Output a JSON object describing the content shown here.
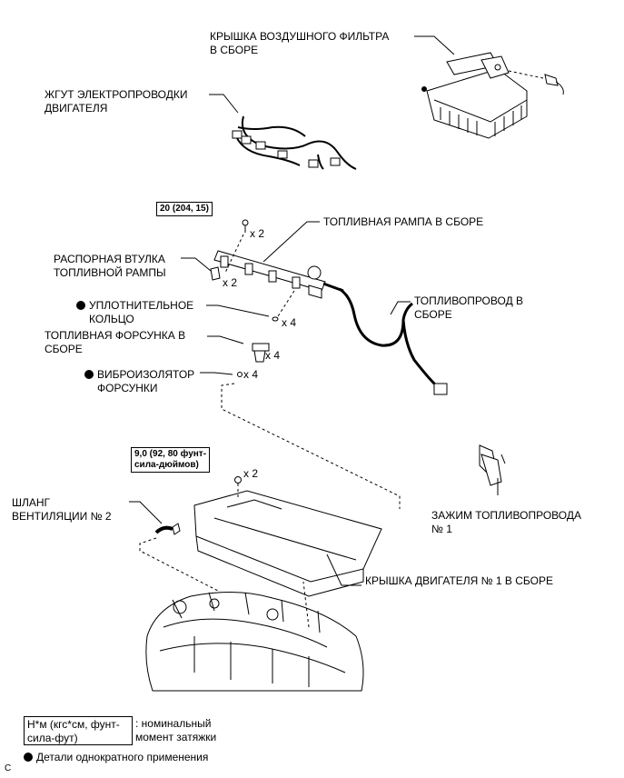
{
  "labels": {
    "air_filter_cover": [
      "КРЫШКА ВОЗДУШНОГО ФИЛЬТРА",
      "В СБОРЕ"
    ],
    "engine_wire": [
      "ЖГУТ ЭЛЕКТРОПРОВОДКИ",
      "ДВИГАТЕЛЯ"
    ],
    "fuel_rail": "ТОПЛИВНАЯ РАМПА В СБОРЕ",
    "fuel_rail_spacer": [
      "РАСПОРНАЯ ВТУЛКА",
      "ТОПЛИВНОЙ РАМПЫ"
    ],
    "o_ring": [
      "УПЛОТНИТЕЛЬНОЕ",
      "КОЛЬЦО"
    ],
    "fuel_pipe": [
      "ТОПЛИВОПРОВОД В",
      "СБОРЕ"
    ],
    "fuel_injector": [
      "ТОПЛИВНАЯ ФОРСУНКА В",
      "СБОРЕ"
    ],
    "injector_insulator": [
      "ВИБРОИЗОЛЯТОР",
      "ФОРСУНКИ"
    ],
    "fuel_pipe_clamp": [
      "ЗАЖИМ ТОПЛИВОПРОВОДА",
      "№ 1"
    ],
    "ventilation_hose": [
      "ШЛАНГ",
      "ВЕНТИЛЯЦИИ № 2"
    ],
    "engine_cover": "КРЫШКА ДВИГАТЕЛЯ № 1 В СБОРЕ"
  },
  "quantities": {
    "bolt": "x 2",
    "spacer": "x 2",
    "o_ring": "x 4",
    "injector": "x 4",
    "insulator": "x 4",
    "cover_nut": "x 2"
  },
  "torques": {
    "fuel_rail_bolt": "20 (204, 15)",
    "engine_cover_nut": [
      "9,0 (92, 80 фунт-",
      "сила-дюймов)"
    ]
  },
  "legend": {
    "unit_box": [
      "Н*м (кгс*см, фунт-",
      "сила-фут)"
    ],
    "unit_desc": [
      ": номинальный",
      "момент затяжки"
    ],
    "non_reusable": "Детали однократного применения"
  },
  "code": "C"
}
